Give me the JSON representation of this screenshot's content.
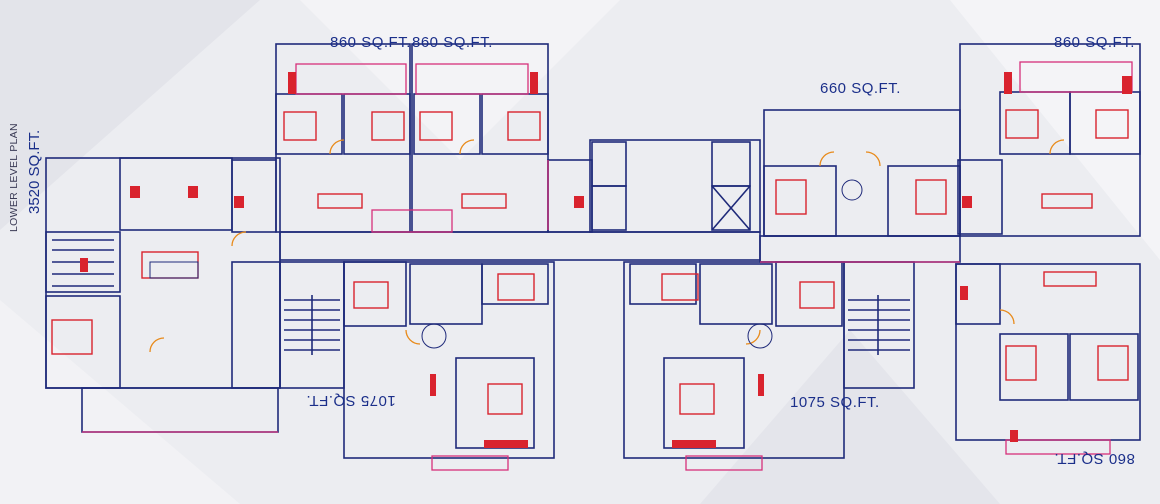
{
  "labels": {
    "area_860_a": "860 SQ.FT.",
    "area_860_b": "860 SQ.FT.",
    "area_660": "660 SQ.FT.",
    "area_860_c": "860 SQ.FT.",
    "area_3520": "3520 SQ.FT.",
    "lower_level_plan": "LOWER LEVEL PLAN",
    "area_1075_a": "1075 SQ.FT.",
    "area_1075_b": "1075 SQ.FT.",
    "area_860_d": "860 SQ.FT."
  },
  "colors": {
    "wall": "#1f2a7a",
    "fixture": "#d9232e",
    "accent_pink": "#d6307a",
    "door_orange": "#e88a1a",
    "background": "#ecedf1"
  }
}
